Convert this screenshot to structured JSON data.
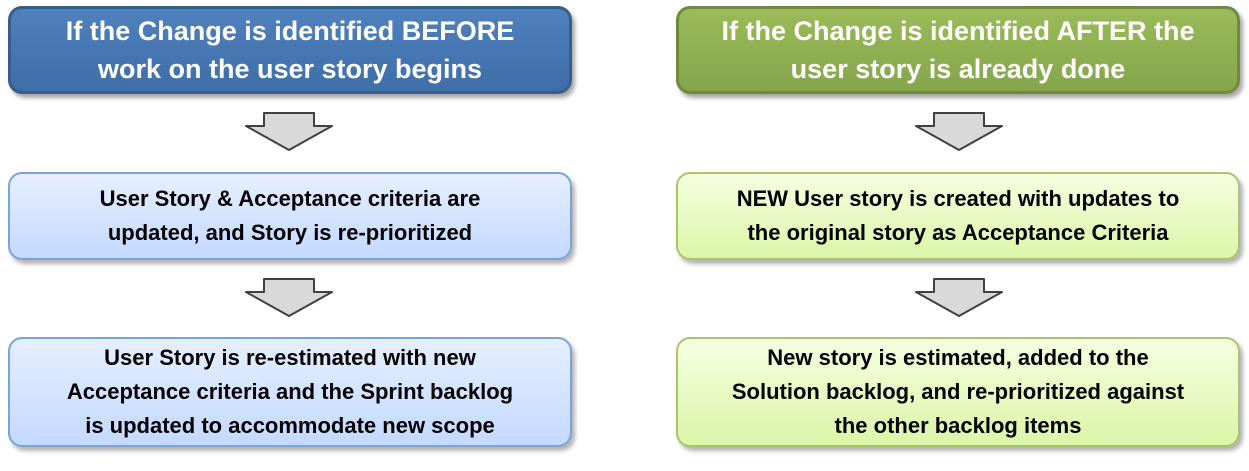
{
  "left": {
    "header": "If the Change is identified BEFORE\nwork on the user story begins",
    "step1": "User Story & Acceptance criteria are\nupdated, and Story is re-prioritized",
    "step2": "User Story is re-estimated  with new\nAcceptance criteria and the Sprint backlog\nis updated to accommodate new scope"
  },
  "right": {
    "header": "If the Change is  identified AFTER the\nuser story is already done",
    "step1": "NEW User story is created with updates to\nthe original story as Acceptance Criteria",
    "step2": "New story is estimated, added to the\nSolution backlog, and re-prioritized against\nthe other backlog items"
  },
  "colors": {
    "blue_header": "#4f81bd",
    "green_header": "#9bbb59",
    "blue_step": "#c3d9ff",
    "green_step": "#dbf5a8",
    "arrow": "#d9d9d9"
  },
  "icons": [
    "down-arrow-icon"
  ]
}
